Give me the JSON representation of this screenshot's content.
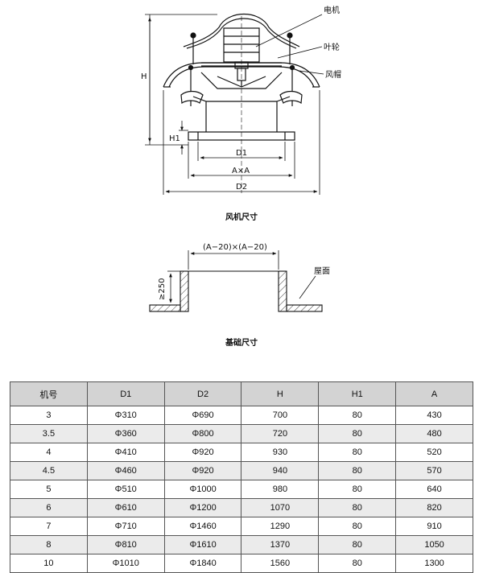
{
  "fan_diagram": {
    "caption": "风机尺寸",
    "labels": {
      "motor": "电机",
      "impeller": "叶轮",
      "hood": "风帽",
      "h": "H",
      "h1": "H1",
      "d1": "D1",
      "axa": "A×A",
      "d2": "D2"
    }
  },
  "base_diagram": {
    "caption": "基础尺寸",
    "labels": {
      "opening": "(A−20)×(A−20)",
      "height": "≥250",
      "roof": "屋面"
    }
  },
  "table": {
    "headers": [
      "机号",
      "D1",
      "D2",
      "H",
      "H1",
      "A"
    ],
    "rows": [
      [
        "3",
        "Φ310",
        "Φ690",
        "700",
        "80",
        "430"
      ],
      [
        "3.5",
        "Φ360",
        "Φ800",
        "720",
        "80",
        "480"
      ],
      [
        "4",
        "Φ410",
        "Φ920",
        "930",
        "80",
        "520"
      ],
      [
        "4.5",
        "Φ460",
        "Φ920",
        "940",
        "80",
        "570"
      ],
      [
        "5",
        "Φ510",
        "Φ1000",
        "980",
        "80",
        "640"
      ],
      [
        "6",
        "Φ610",
        "Φ1200",
        "1070",
        "80",
        "820"
      ],
      [
        "7",
        "Φ710",
        "Φ1460",
        "1290",
        "80",
        "910"
      ],
      [
        "8",
        "Φ810",
        "Φ1610",
        "1370",
        "80",
        "1050"
      ],
      [
        "10",
        "Φ1010",
        "Φ1840",
        "1560",
        "80",
        "1300"
      ]
    ]
  }
}
